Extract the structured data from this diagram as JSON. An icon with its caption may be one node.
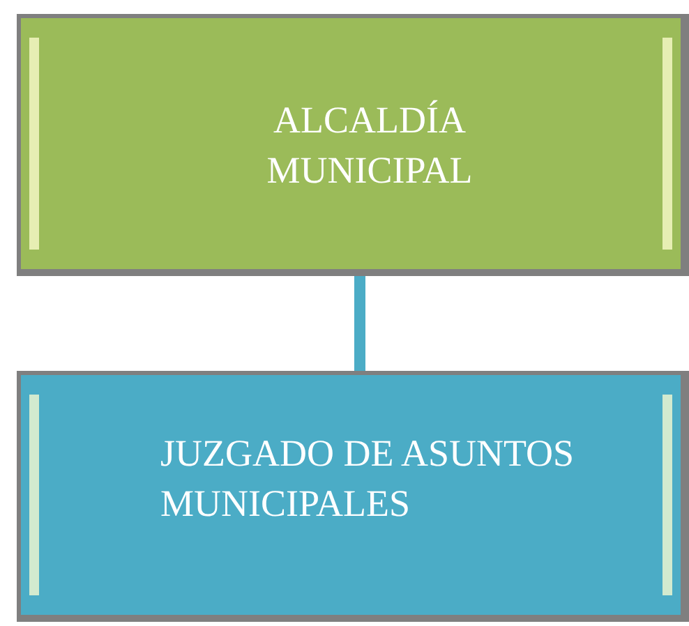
{
  "diagram": {
    "nodes": [
      {
        "text": [
          "ALCALDÍA MUNICIPAL"
        ]
      },
      {
        "text": [
          "JUZGADO DE ASUNTOS MUNICIPALES"
        ]
      }
    ],
    "edges": [
      {
        "from": 0,
        "to": 1,
        "arrow": "none"
      }
    ]
  }
}
